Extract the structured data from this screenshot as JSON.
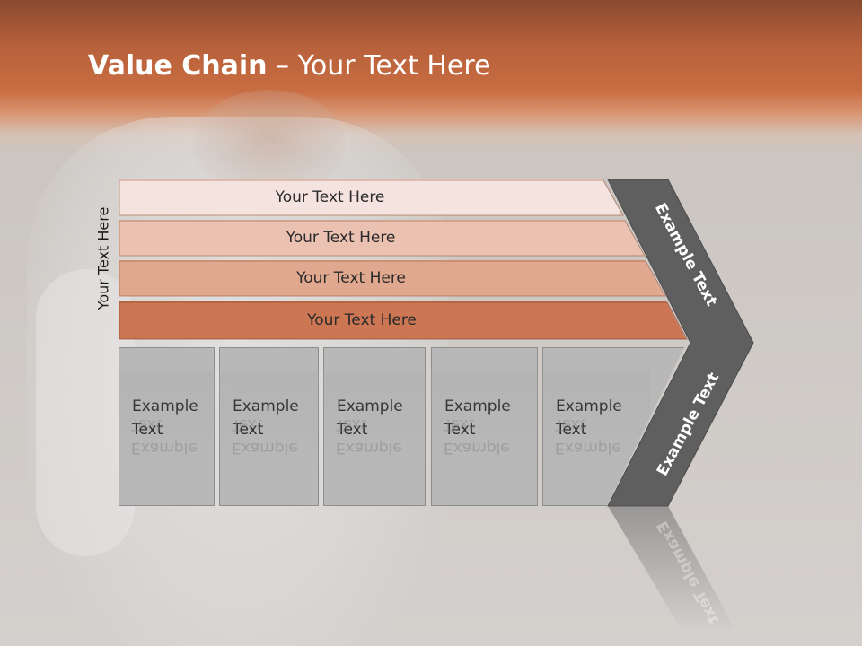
{
  "slide": {
    "title_bold": "Value Chain",
    "title_rest": " – Your Text Here",
    "side_label": "Your Text Here",
    "bars": [
      {
        "label": "Your Text Here",
        "color": "#f5e3df"
      },
      {
        "label": "Your Text Here",
        "color": "#ebc2b2"
      },
      {
        "label": "Your Text Here",
        "color": "#e0a88e"
      },
      {
        "label": "Your Text Here",
        "color": "#cc7653"
      }
    ],
    "columns": [
      {
        "line1": "Example",
        "line2": "Text"
      },
      {
        "line1": "Example",
        "line2": "Text"
      },
      {
        "line1": "Example",
        "line2": "Text"
      },
      {
        "line1": "Example",
        "line2": "Text"
      },
      {
        "line1": "Example",
        "line2": "Text"
      }
    ],
    "chevron_top_text": "Example Text",
    "chevron_bottom_text": "Example Text",
    "colors": {
      "header": "#c96d42",
      "chevron": "#5f5f5f",
      "column": "#b8b8b8"
    }
  }
}
